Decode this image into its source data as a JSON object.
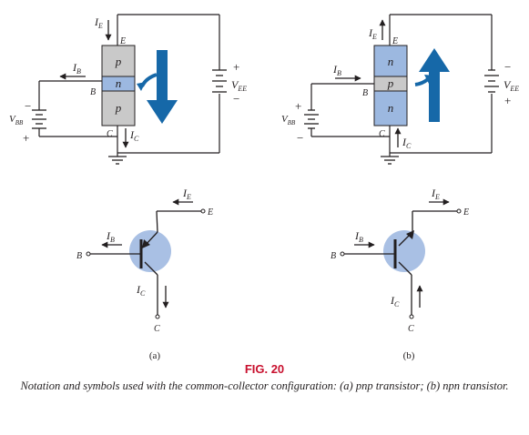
{
  "figure": {
    "label": "FIG. 20",
    "caption": "Notation and symbols used with the common-collector configuration: (a) pnp transistor; (b) npn transistor."
  },
  "panel_a": {
    "tag": "(a)",
    "circuit": {
      "layers": [
        "p",
        "n",
        "p"
      ],
      "base_sub": "B",
      "emitter_sub": "E",
      "collector_sub": "C",
      "vee_sub": "EE",
      "vbb_sub": "BB",
      "node_e": "E",
      "node_b": "B",
      "node_c": "C",
      "plus": "+",
      "minus": "−"
    },
    "symbol": {
      "node_b": "B",
      "node_e": "E",
      "node_c": "C",
      "ie_sub": "E",
      "ib_sub": "B",
      "ic_sub": "C"
    }
  },
  "panel_b": {
    "tag": "(b)",
    "circuit": {
      "layers": [
        "n",
        "p",
        "n"
      ],
      "base_sub": "B",
      "emitter_sub": "E",
      "collector_sub": "C",
      "vee_sub": "EE",
      "vbb_sub": "BB",
      "node_e": "E",
      "node_b": "B",
      "node_c": "C",
      "plus": "+",
      "minus": "−"
    },
    "symbol": {
      "node_b": "B",
      "node_e": "E",
      "node_c": "C",
      "ie_sub": "E",
      "ib_sub": "B",
      "ic_sub": "C"
    }
  },
  "colors": {
    "layer_gray": "#c9c9c9",
    "layer_blue": "#9cb8e0",
    "symbol_circle": "#a9c0e4",
    "flow_arrow": "#1668a8",
    "fig_label": "#c8102e",
    "ink": "#231f20"
  }
}
